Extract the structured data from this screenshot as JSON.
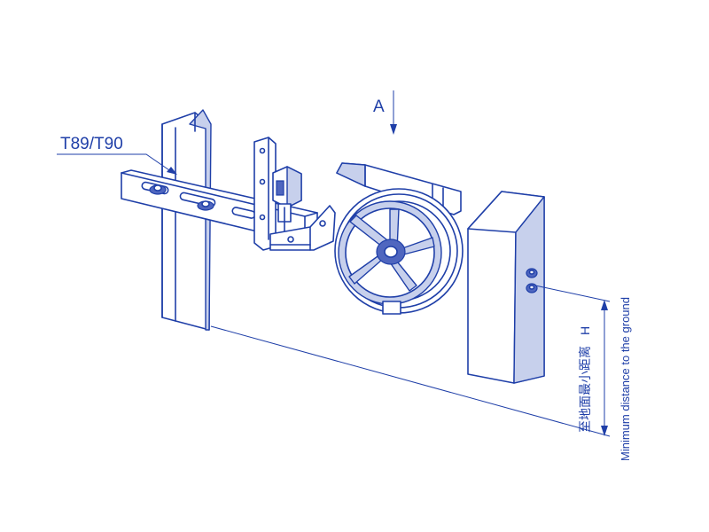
{
  "labels": {
    "rail_type": "T89/T90",
    "view_direction": "A",
    "height_symbol": "H",
    "height_cn": "至地面最小距离",
    "height_en": "Minimum distance to the ground"
  },
  "colors": {
    "line": "#1f3fa8",
    "light_fill": "#c7d0ec",
    "dark_fill": "#4f66bf"
  }
}
